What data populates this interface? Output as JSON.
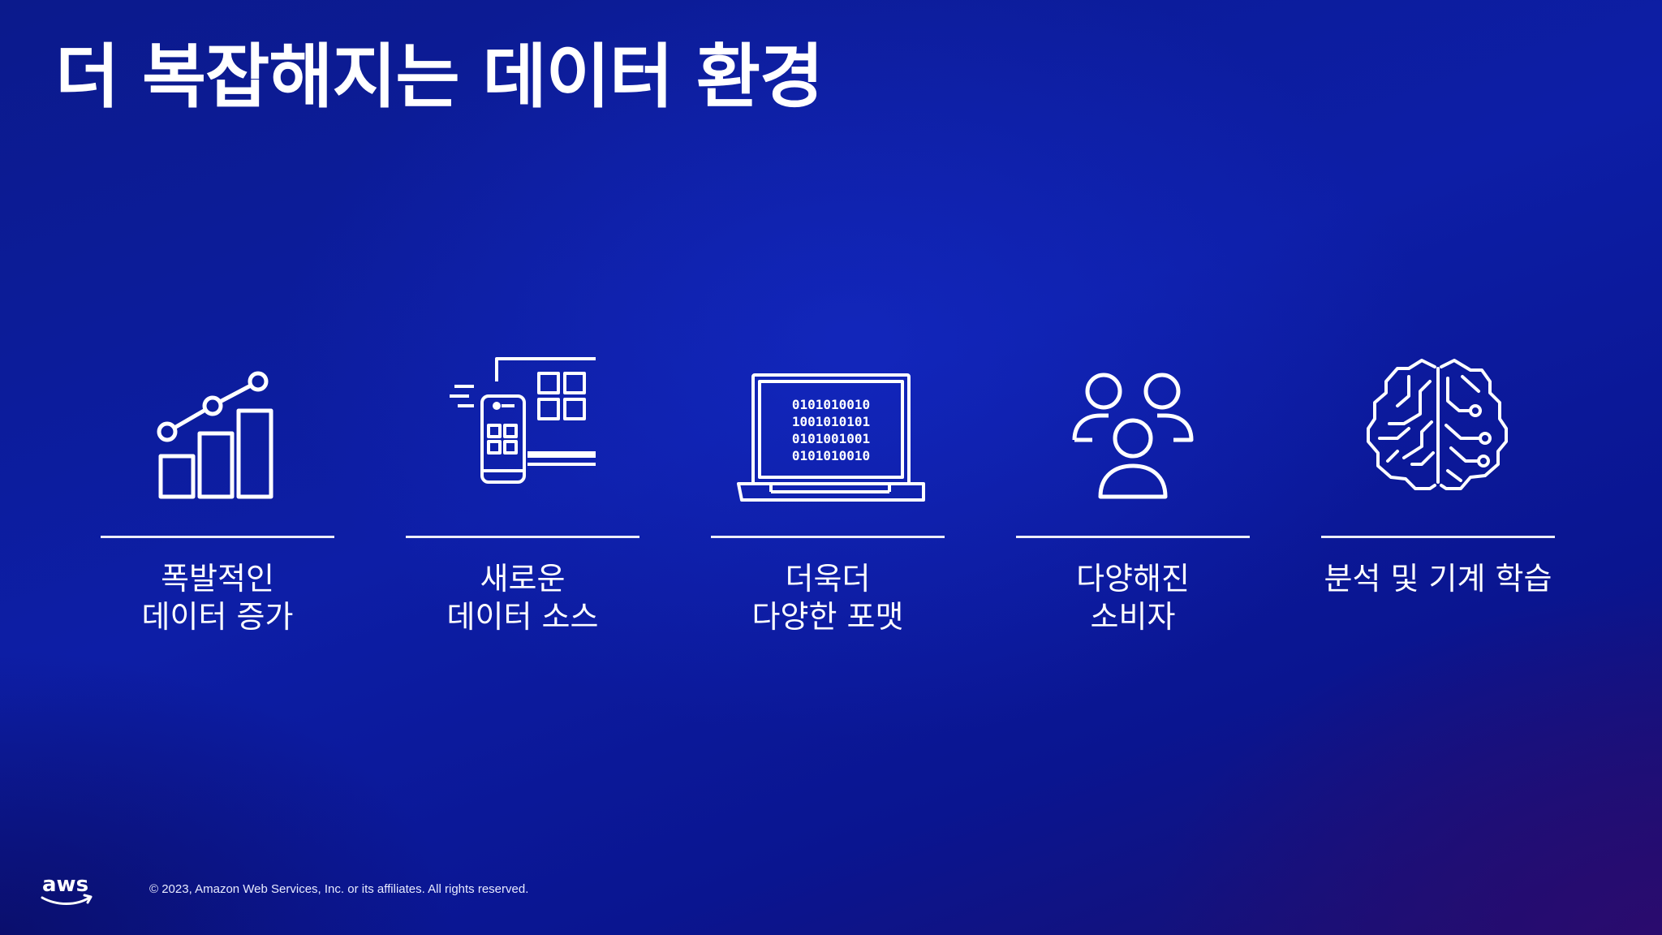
{
  "slide": {
    "title": "더 복잡해지는 데이터 환경"
  },
  "items": [
    {
      "icon": "bar-chart-growth-icon",
      "lines": [
        "폭발적인",
        "데이터 증가"
      ]
    },
    {
      "icon": "devices-icon",
      "lines": [
        "새로운",
        "데이터 소스"
      ]
    },
    {
      "icon": "laptop-binary-icon",
      "lines": [
        "더욱더",
        "다양한 포맷"
      ],
      "binary": [
        "0101010010",
        "1001010101",
        "0101001001",
        "0101010010"
      ]
    },
    {
      "icon": "users-group-icon",
      "lines": [
        "다양해진",
        "소비자"
      ]
    },
    {
      "icon": "brain-circuit-icon",
      "lines": [
        "분석 및 기계 학습"
      ]
    }
  ],
  "footer": {
    "logo_text": "aws",
    "copyright": "© 2023, Amazon Web Services, Inc. or its affiliates. All rights reserved."
  },
  "colors": {
    "background": "#0d1ea6",
    "text": "#ffffff",
    "accent_pink": "#ff5fb0",
    "accent_cyan": "#39d0ff"
  }
}
